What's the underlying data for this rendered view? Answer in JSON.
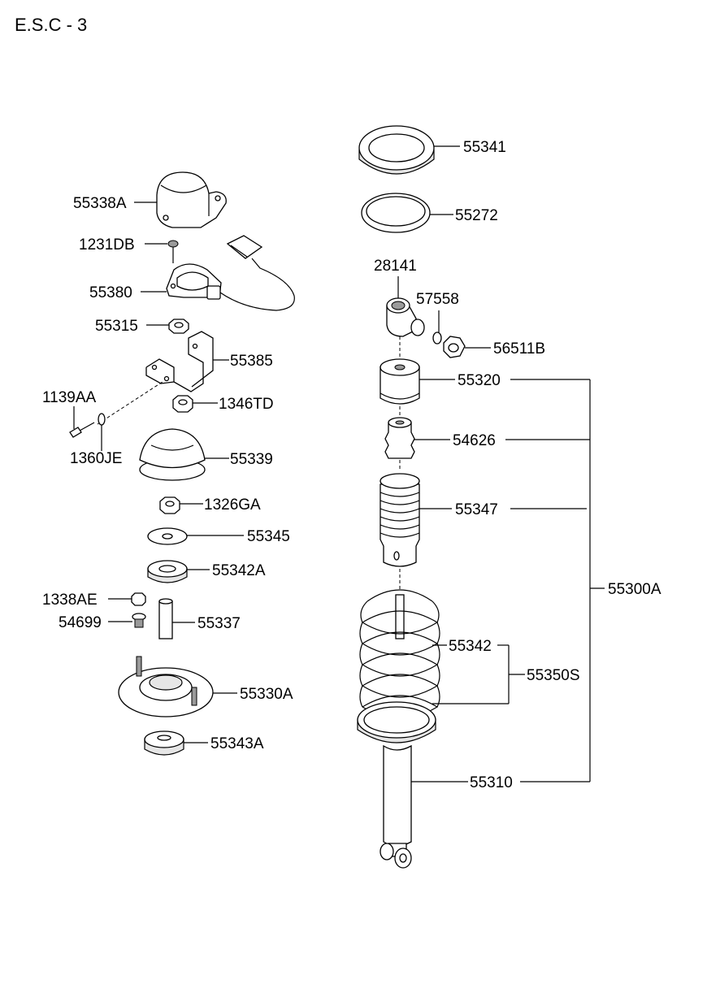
{
  "title": "E.S.C - 3",
  "labels": {
    "p55338A": "55338A",
    "p1231DB": "1231DB",
    "p55380": "55380",
    "p55315": "55315",
    "p55385": "55385",
    "p1139AA": "1139AA",
    "p1346TD": "1346TD",
    "p1360JE": "1360JE",
    "p55339": "55339",
    "p1326GA": "1326GA",
    "p55345": "55345",
    "p55342A": "55342A",
    "p1338AE": "1338AE",
    "p54699": "54699",
    "p55337": "55337",
    "p55330A": "55330A",
    "p55343A": "55343A",
    "p55341": "55341",
    "p55272": "55272",
    "p28141": "28141",
    "p57558": "57558",
    "p56511B": "56511B",
    "p55320": "55320",
    "p54626": "54626",
    "p55347": "55347",
    "p55300A": "55300A",
    "p55342": "55342",
    "p55350S": "55350S",
    "p55310": "55310"
  }
}
